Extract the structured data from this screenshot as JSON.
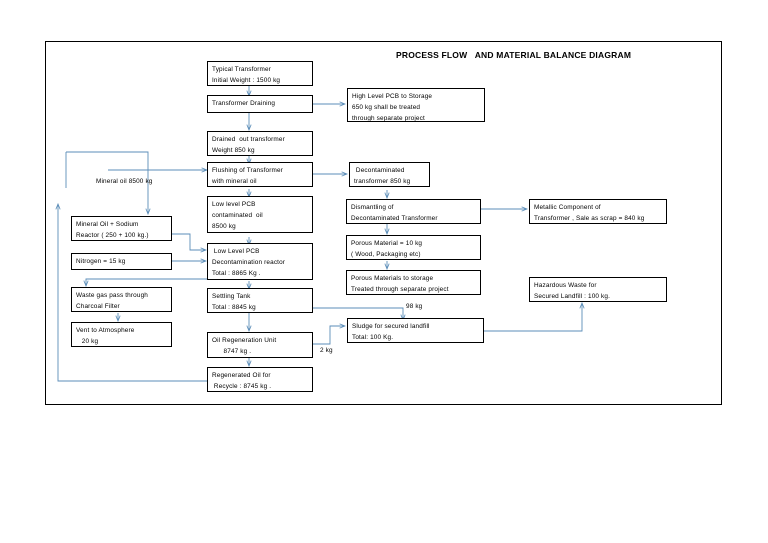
{
  "diagram": {
    "title": "PROCESS FLOW   AND MATERIAL BALANCE DIAGRAM",
    "line_color": "#5b8db8",
    "border_color": "#000000",
    "background": "#ffffff"
  },
  "nodes": {
    "typical_transformer": {
      "line1": "Typical Transformer",
      "line2": "Initial Weight : 1500 kg"
    },
    "transformer_draining": {
      "line1": "Transformer Draining"
    },
    "high_level_pcb": {
      "line1": "High Level PCB to Storage",
      "line2": "650 kg shall be treated",
      "line3": "through separate project"
    },
    "drained_out_transformer": {
      "line1": "Drained  out transformer",
      "line2": "Weight 850 kg"
    },
    "flushing_transformer": {
      "line1": "Flushing of Transformer",
      "line2": "with mineral oil"
    },
    "decontaminated_transformer": {
      "line1": " Decontaminated",
      "line2": "transformer 850 kg"
    },
    "low_level_pcb_oil": {
      "line1": "Low level PCB",
      "line2": "contaminated  oil",
      "line3": "8500 kg"
    },
    "dismantling": {
      "line1": "Dismantling of",
      "line2": "Decontaminated Transformer"
    },
    "metallic_component": {
      "line1": "Metallic Component of",
      "line2": "Transformer , Sale as scrap = 840 kg"
    },
    "mineral_oil_sodium": {
      "line1": "Mineral Oil + Sodium",
      "line2": "Reactor ( 250 + 100 kg.)"
    },
    "low_level_pcb_reactor": {
      "line1": " Low Level PCB",
      "line2": "Decontamination reactor",
      "line3": "Total : 8865 Kg ."
    },
    "porous_material": {
      "line1": "Porous Material = 10 kg",
      "line2": "( Wood, Packaging etc)"
    },
    "nitrogen": {
      "line1": "Nitrogen = 15 kg"
    },
    "porous_to_storage": {
      "line1": "Porous Materials to storage",
      "line2": "Treated through separate project"
    },
    "hazardous_waste": {
      "line1": "Hazardous Waste for",
      "line2": "Secured Landfill : 100 kg."
    },
    "waste_gas": {
      "line1": "Waste gas pass through",
      "line2": "Charcoal Filter"
    },
    "settling_tank": {
      "line1": "Settling Tank",
      "line2": "Total : 8845 kg"
    },
    "sludge": {
      "line1": "Sludge for secured landfill",
      "line2": "Total: 100 Kg."
    },
    "vent_atmosphere": {
      "line1": "Vent to Atmosphere",
      "line2": "   20 kg"
    },
    "oil_regeneration": {
      "line1": "Oil Regeneration Unit",
      "line2": "      8747 kg ."
    },
    "regenerated_oil": {
      "line1": "Regenerated Oil for",
      "line2": " Recycle : 8745 kg ."
    }
  },
  "flow_labels": {
    "mineral_oil": "Mineral oil 8500 kg",
    "sludge_in_98": "98 kg",
    "sludge_in_2": "2 kg"
  }
}
